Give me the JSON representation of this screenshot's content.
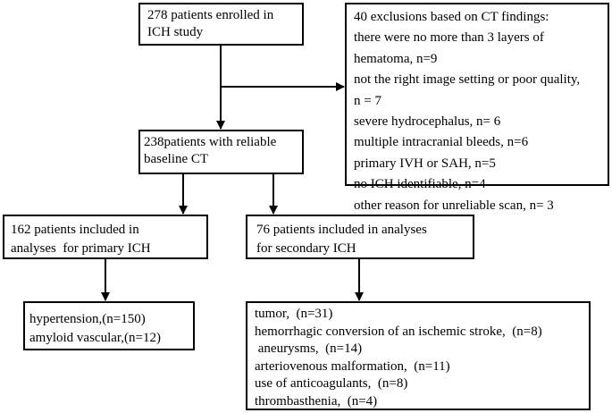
{
  "enrolled": {
    "lines": [
      "278 patients enrolled in",
      "ICH study"
    ]
  },
  "exclusions": {
    "lines": [
      "40 exclusions based on CT findings:",
      "there were no more than 3 layers of",
      "hematoma, n=9",
      "not the right image setting or poor quality,",
      "n = 7",
      "severe hydrocephalus, n= 6",
      "multiple intracranial bleeds, n=6",
      "primary IVH or SAH, n=5",
      "no ICH identifiable, n=4",
      "other reason for unreliable scan, n= 3"
    ]
  },
  "reliable": {
    "lines": [
      "238patients with reliable",
      "baseline CT"
    ]
  },
  "primary": {
    "lines": [
      "162 patients included in",
      "analyses  for primary ICH"
    ]
  },
  "secondary": {
    "lines": [
      "76 patients included in analyses",
      "for secondary ICH"
    ]
  },
  "primary_causes": {
    "lines": [
      "hypertension,(n=150)",
      "amyloid vascular,(n=12)"
    ]
  },
  "secondary_causes": {
    "lines": [
      "tumor,  (n=31)",
      "hemorrhagic conversion of an ischemic stroke,  (n=8)",
      " aneurysms,  (n=14)",
      "arteriovenous malformation,  (n=11)",
      "use of anticoagulants,  (n=8)",
      "thrombasthenia,  (n=4)"
    ]
  },
  "colors": {
    "line": "#000000",
    "background": "#ffffff"
  }
}
